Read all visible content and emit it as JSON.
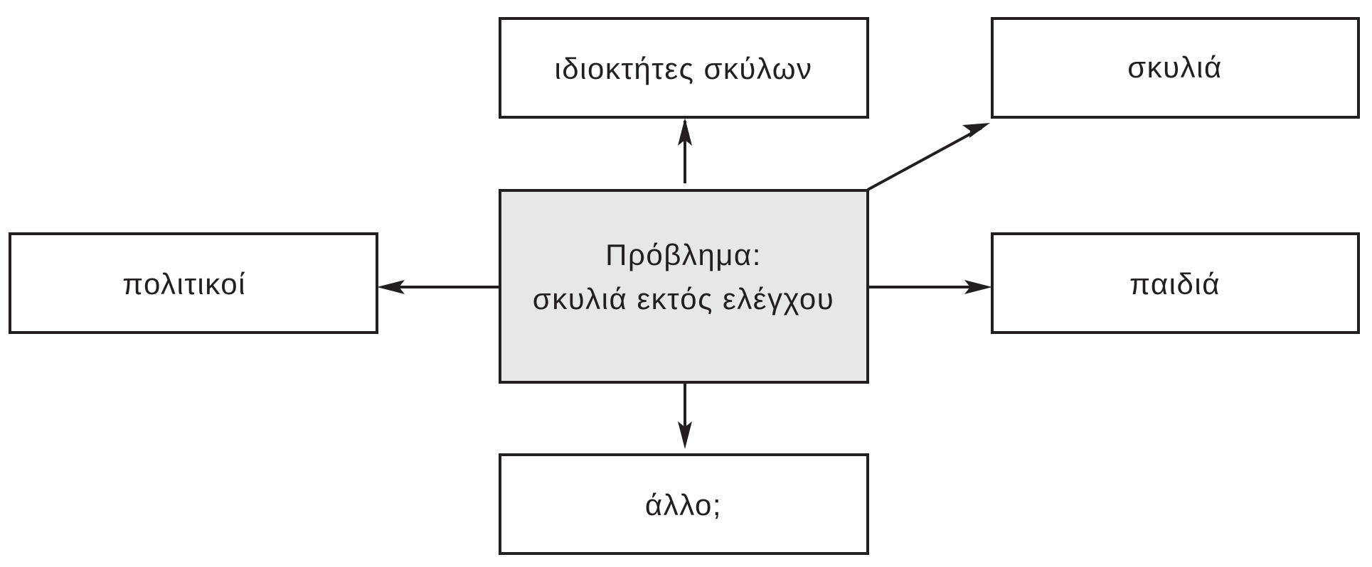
{
  "diagram": {
    "center": {
      "line1": "Πρόβλημα:",
      "line2": "σκυλιά εκτός ελέγχου"
    },
    "nodes": {
      "dog_owners": "ιδιοκτήτες σκύλων",
      "dogs": "σκυλιά",
      "politicians": "πολιτικοί",
      "children": "παιδιά",
      "other": "άλλο;"
    }
  },
  "colors": {
    "stroke": "#231f20",
    "center_fill": "#e6e7e8",
    "node_fill": "#ffffff"
  }
}
